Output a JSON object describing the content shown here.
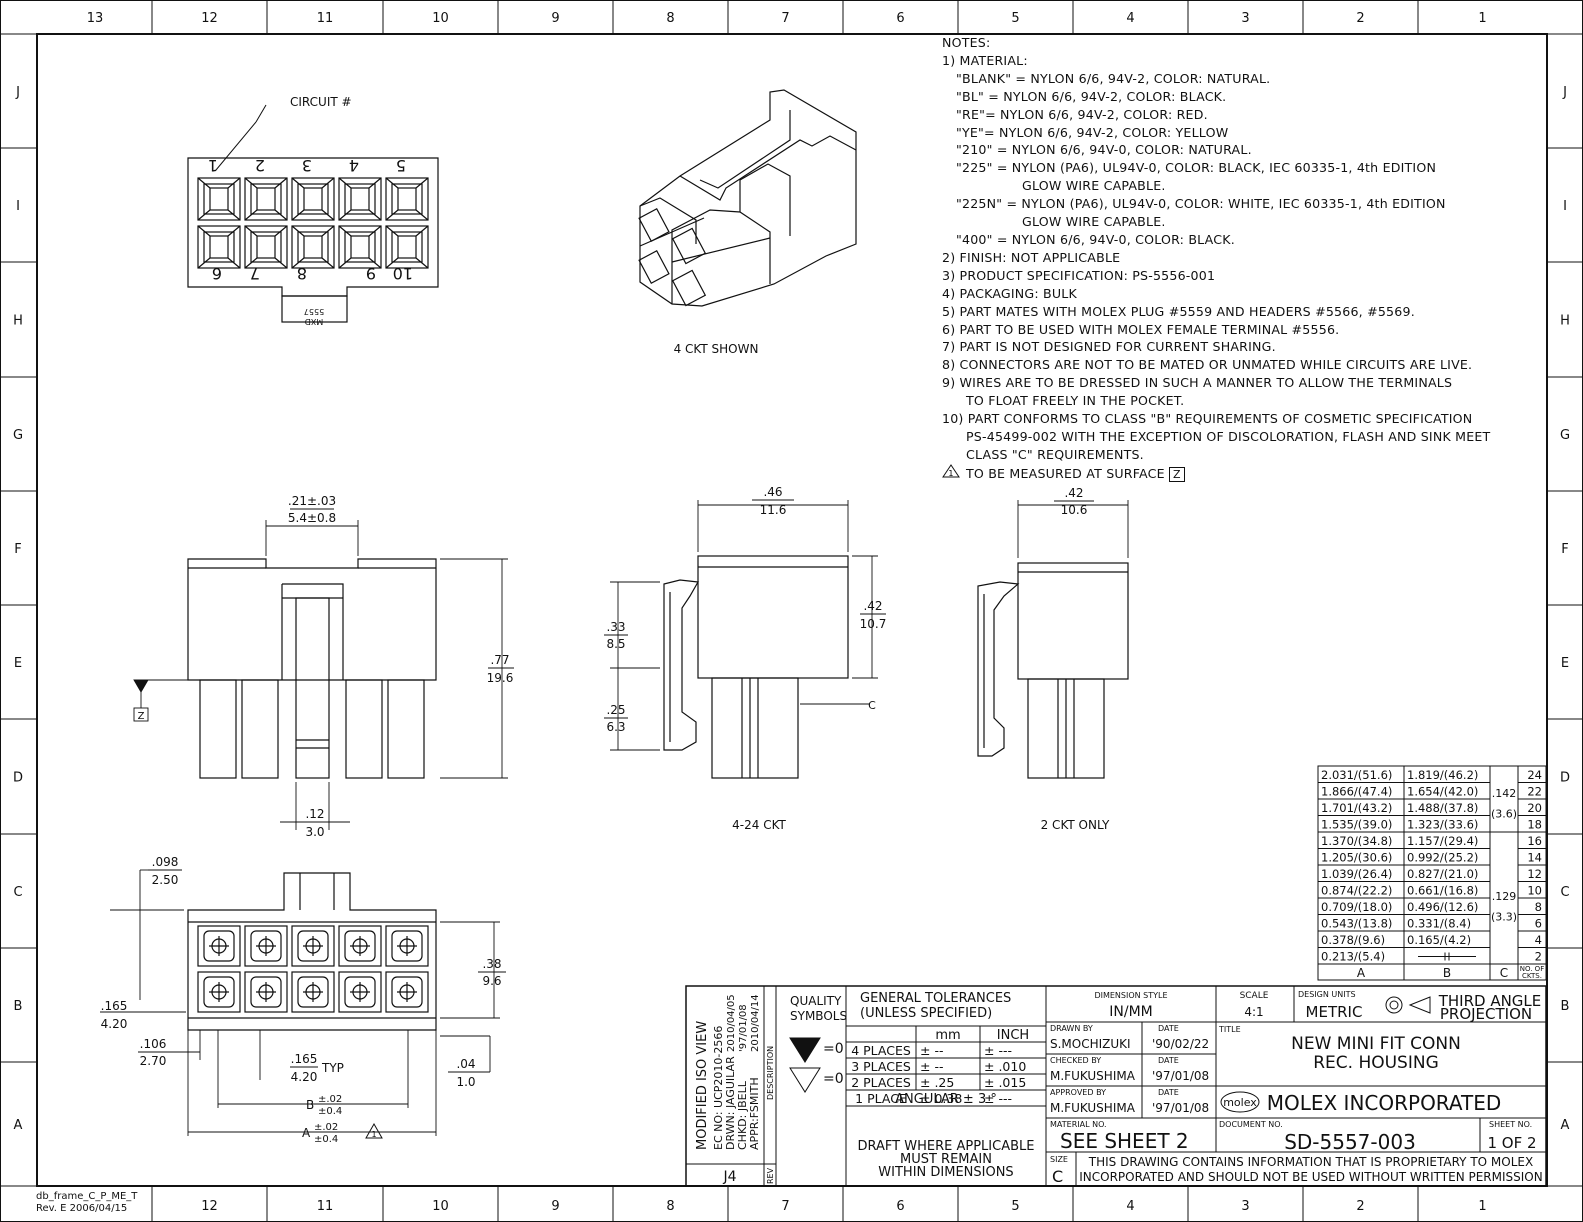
{
  "frame": {
    "col_labels": [
      "13",
      "12",
      "11",
      "10",
      "9",
      "8",
      "7",
      "6",
      "5",
      "4",
      "3",
      "2",
      "1"
    ],
    "bottom_col_labels": [
      "12",
      "11",
      "10",
      "9",
      "8",
      "7",
      "6",
      "5",
      "4",
      "3",
      "2",
      "1"
    ],
    "row_labels": [
      "J",
      "I",
      "H",
      "G",
      "F",
      "E",
      "D",
      "C",
      "B",
      "A"
    ],
    "frame_id": "db_frame_C_P_ME_T",
    "frame_rev": "Rev. E 2006/04/15"
  },
  "views": {
    "circuit_label": "CIRCUIT #",
    "top_numbers": [
      "1",
      "2",
      "3",
      "4",
      "5"
    ],
    "bottom_numbers": [
      "6",
      "7",
      "8",
      "9",
      "10"
    ],
    "tab_text": "5557",
    "tab_logo": "MXD",
    "iso_caption": "4 CKT SHOWN",
    "side_caption": "4-24 CKT",
    "two_ckt_caption": "2 CKT ONLY"
  },
  "dims": {
    "d021_in": ".21±.03",
    "d021_mm": "5.4±0.8",
    "d077_in": ".77",
    "d077_mm": "19.6",
    "d012_in": ".12",
    "d012_mm": "3.0",
    "datum_z": "Z",
    "d046_in": ".46",
    "d046_mm": "11.6",
    "d033_in": ".33",
    "d033_mm": "8.5",
    "d025_in": ".25",
    "d025_mm": "6.3",
    "d042a_in": ".42",
    "d042a_mm": "10.7",
    "c_label": "C",
    "d042b_in": ".42",
    "d042b_mm": "10.6",
    "d098_in": ".098",
    "d098_mm": "2.50",
    "d038_in": ".38",
    "d038_mm": "9.6",
    "d165a_in": ".165",
    "d165a_mm": "4.20",
    "d106_in": ".106",
    "d106_mm": "2.70",
    "d165b_in": ".165",
    "d165b_mm": "4.20",
    "typ": "TYP",
    "d004_in": ".04",
    "d004_mm": "1.0",
    "b_label": "B",
    "b_tol_in": "±.02",
    "b_tol_mm": "±0.4",
    "a_label": "A",
    "a_tol_in": "±.02",
    "a_tol_mm": "±0.4",
    "flag_num": "1"
  },
  "notes": {
    "header": "NOTES:",
    "material_title": "1) MATERIAL:",
    "materials": [
      "\"BLANK\" = NYLON 6/6, 94V-2, COLOR: NATURAL.",
      "\"BL\" = NYLON 6/6, 94V-2, COLOR: BLACK.",
      "\"RE\"= NYLON 6/6, 94V-2, COLOR: RED.",
      "\"YE\"= NYLON 6/6, 94V-2, COLOR: YELLOW",
      "\"210\" = NYLON 6/6, 94V-0, COLOR: NATURAL.",
      "\"225\"  = NYLON (PA6), UL94V-0, COLOR: BLACK, IEC 60335-1, 4th EDITION",
      "GLOW WIRE CAPABLE.",
      "\"225N\" = NYLON (PA6), UL94V-0, COLOR: WHITE, IEC 60335-1, 4th EDITION",
      "GLOW WIRE CAPABLE.",
      "\"400\" =  NYLON 6/6, 94V-0, COLOR: BLACK."
    ],
    "items": [
      "2) FINISH: NOT APPLICABLE",
      "3) PRODUCT SPECIFICATION: PS-5556-001",
      "4) PACKAGING: BULK",
      "5) PART MATES WITH MOLEX PLUG #5559 AND HEADERS #5566, #5569.",
      "6) PART TO BE USED WITH MOLEX FEMALE TERMINAL #5556.",
      "7) PART IS NOT DESIGNED FOR CURRENT SHARING.",
      "8) CONNECTORS ARE NOT TO BE MATED OR UNMATED WHILE CIRCUITS ARE LIVE.",
      "9) WIRES ARE TO BE DRESSED IN SUCH A MANNER TO ALLOW THE TERMINALS"
    ],
    "item9_cont": "TO FLOAT FREELY IN THE POCKET.",
    "item10": "10) PART CONFORMS TO CLASS \"B\" REQUIREMENTS OF COSMETIC SPECIFICATION",
    "item10_cont1": "PS-45499-002 WITH THE EXCEPTION OF DISCOLORATION, FLASH AND SINK MEET",
    "item10_cont2": "CLASS \"C\" REQUIREMENTS.",
    "flag_note_num": "1",
    "flag_note": "TO BE MEASURED AT SURFACE",
    "flag_note_datum": "Z"
  },
  "ckt_table": {
    "rows": [
      {
        "a": "2.031/(51.6)",
        "b": "1.819/(46.2)",
        "n": "24"
      },
      {
        "a": "1.866/(47.4)",
        "b": "1.654/(42.0)",
        "n": "22"
      },
      {
        "a": "1.701/(43.2)",
        "b": "1.488/(37.8)",
        "n": "20"
      },
      {
        "a": "1.535/(39.0)",
        "b": "1.323/(33.6)",
        "n": "18"
      },
      {
        "a": "1.370/(34.8)",
        "b": "1.157/(29.4)",
        "n": "16"
      },
      {
        "a": "1.205/(30.6)",
        "b": "0.992/(25.2)",
        "n": "14"
      },
      {
        "a": "1.039/(26.4)",
        "b": "0.827/(21.0)",
        "n": "12"
      },
      {
        "a": "0.874/(22.2)",
        "b": "0.661/(16.8)",
        "n": "10"
      },
      {
        "a": "0.709/(18.0)",
        "b": "0.496/(12.6)",
        "n": "8"
      },
      {
        "a": "0.543/(13.8)",
        "b": "0.331/(8.4)",
        "n": "6"
      },
      {
        "a": "0.378/(9.6)",
        "b": "0.165/(4.2)",
        "n": "4"
      },
      {
        "a": "0.213/(5.4)",
        "b": "",
        "n": "2"
      }
    ],
    "c_upper_in": ".142",
    "c_upper_mm": "(3.6)",
    "c_lower_in": ".129",
    "c_lower_mm": "(3.3)",
    "col_a": "A",
    "col_b": "B",
    "col_c": "C",
    "col_n1": "NO. OF",
    "col_n2": "CKTS."
  },
  "title_block": {
    "rev_title": "MODIFIED ISO VIEW",
    "rev_ec": "EC NO: UCP2010-2566",
    "rev_drwn": "DRWN: JAGUILAR",
    "rev_chkd": "CHKD: JBELL",
    "rev_appr": "APPR:FSMITH",
    "rev_date1": "2010/04/05",
    "rev_date2": "'97/01/08",
    "rev_date3": "2010/04/14",
    "rev_desc": "DESCRIPTION",
    "rev_code": "J4",
    "rev_label": "REV",
    "quality_1": "QUALITY",
    "quality_2": "SYMBOLS",
    "sym_eq1": "=0",
    "sym_eq2": "=0",
    "tol_title1": "GENERAL TOLERANCES",
    "tol_title2": "(UNLESS SPECIFIED)",
    "tol_mm": "mm",
    "tol_inch": "INCH",
    "tol_rows": [
      {
        "label": "4 PLACES",
        "mm": "± --",
        "inch": "± ---"
      },
      {
        "label": "3 PLACES",
        "mm": "± --",
        "inch": "± .010"
      },
      {
        "label": "2 PLACES",
        "mm": "± .25",
        "inch": "± .015"
      },
      {
        "label": "1 PLACE",
        "mm": "± 0.38",
        "inch": "± ---"
      }
    ],
    "angular": "ANGULAR ± 3 °",
    "draft1": "DRAFT WHERE APPLICABLE",
    "draft2": "MUST REMAIN",
    "draft3": "WITHIN DIMENSIONS",
    "dim_style_label": "DIMENSION STYLE",
    "dim_style": "IN/MM",
    "drawn_by_label": "DRAWN BY",
    "drawn_by": "S.MOCHIZUKI",
    "drawn_date": "'90/02/22",
    "checked_by_label": "CHECKED BY",
    "checked_by": "M.FUKUSHIMA",
    "checked_date": "'97/01/08",
    "approved_by_label": "APPROVED BY",
    "approved_by": "M.FUKUSHIMA",
    "approved_date": "'97/01/08",
    "date_label": "DATE",
    "material_label": "MATERIAL NO.",
    "material": "SEE SHEET 2",
    "size_label": "SIZE",
    "size": "C",
    "scale_label": "SCALE",
    "scale": "4:1",
    "units_label": "DESIGN UNITS",
    "units": "METRIC",
    "projection1": "THIRD ANGLE",
    "projection2": "PROJECTION",
    "title_label": "TITLE",
    "title1": "NEW MINI FIT CONN",
    "title2": "REC. HOUSING",
    "logo": "molex",
    "company": "MOLEX INCORPORATED",
    "doc_label": "DOCUMENT NO.",
    "doc_no": "SD-5557-003",
    "sheet_label": "SHEET NO.",
    "sheet": "1 OF 2",
    "prop1": "THIS DRAWING CONTAINS INFORMATION THAT IS PROPRIETARY TO MOLEX",
    "prop2": "INCORPORATED AND SHOULD NOT BE USED WITHOUT WRITTEN PERMISSION"
  }
}
